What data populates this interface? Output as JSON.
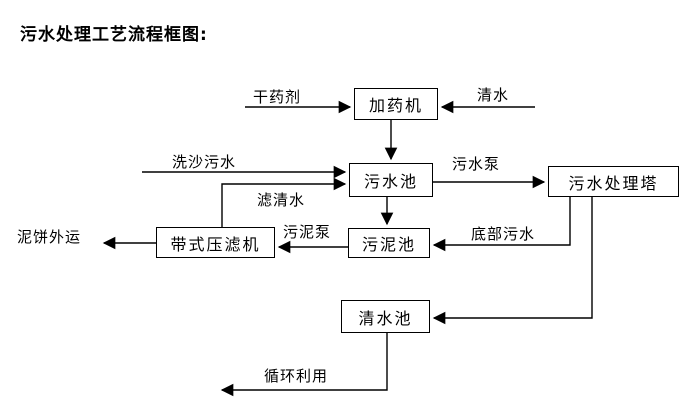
{
  "title": "污水处理工艺流程框图:",
  "boxes": {
    "dosing_machine": {
      "label": "加药机"
    },
    "sewage_pool": {
      "label": "污水池"
    },
    "treatment_tower": {
      "label": "污水处理塔"
    },
    "sludge_pool": {
      "label": "污泥池"
    },
    "belt_filter_press": {
      "label": "带式压滤机"
    },
    "clean_water_pool": {
      "label": "清水池"
    }
  },
  "edge_labels": {
    "dry_chemical": "干药剂",
    "clean_water_in": "清水",
    "sand_washing_sewage": "洗沙污水",
    "filtered_water": "滤清水",
    "sewage_pump": "污水泵",
    "bottom_sewage": "底部污水",
    "sludge_pump": "污泥泵",
    "mud_cake_out": "泥饼外运",
    "recycle_use": "循环利用"
  },
  "flows": [
    {
      "from": "external",
      "to": "dosing_machine",
      "label": "干药剂"
    },
    {
      "from": "external",
      "to": "dosing_machine",
      "label": "清水"
    },
    {
      "from": "dosing_machine",
      "to": "sewage_pool",
      "label": ""
    },
    {
      "from": "external",
      "to": "sewage_pool",
      "label": "洗沙污水"
    },
    {
      "from": "belt_filter_press",
      "to": "sewage_pool",
      "label": "滤清水"
    },
    {
      "from": "sewage_pool",
      "to": "treatment_tower",
      "label": "污水泵"
    },
    {
      "from": "sewage_pool",
      "to": "sludge_pool",
      "label": ""
    },
    {
      "from": "treatment_tower",
      "to": "sludge_pool",
      "label": "底部污水"
    },
    {
      "from": "sludge_pool",
      "to": "belt_filter_press",
      "label": "污泥泵"
    },
    {
      "from": "belt_filter_press",
      "to": "external",
      "label": "泥饼外运"
    },
    {
      "from": "treatment_tower",
      "to": "clean_water_pool",
      "label": ""
    },
    {
      "from": "clean_water_pool",
      "to": "external",
      "label": "循环利用"
    }
  ],
  "colors": {
    "line": "#000000",
    "background": "#ffffff",
    "text": "#000000"
  }
}
